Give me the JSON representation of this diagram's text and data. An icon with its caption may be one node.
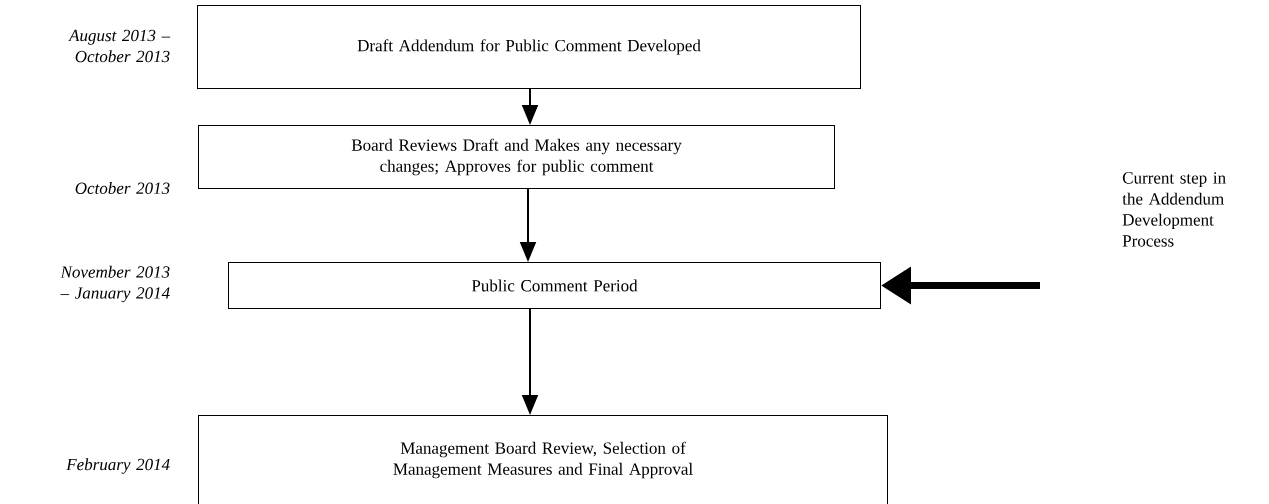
{
  "diagram": {
    "nodes": [
      {
        "text": [
          "Draft Addendum for Public Comment Developed"
        ],
        "beside": [
          "August 2013 – October 2013"
        ]
      },
      {
        "text": [
          "Board Reviews Draft and Makes any necessary changes; Approves for public comment"
        ],
        "beside": [
          "October 2013"
        ]
      },
      {
        "text": [
          "Public Comment Period"
        ],
        "beside": [
          "November 2013 – January 2014"
        ]
      },
      {
        "text": [
          "Management Board Review, Selection of Management Measures and Final Approval"
        ],
        "beside": [
          "February 2014"
        ]
      }
    ],
    "edges": [
      {
        "from": 0,
        "to": 1,
        "arrow": "to"
      },
      {
        "from": 1,
        "to": 2,
        "arrow": "to"
      },
      {
        "from": 2,
        "to": 3,
        "arrow": "to"
      },
      {
        "from": null,
        "to": 2,
        "arrow": "to",
        "style": "thick"
      }
    ],
    "labels": [
      "Current step in the Addendum Development Process"
    ]
  }
}
